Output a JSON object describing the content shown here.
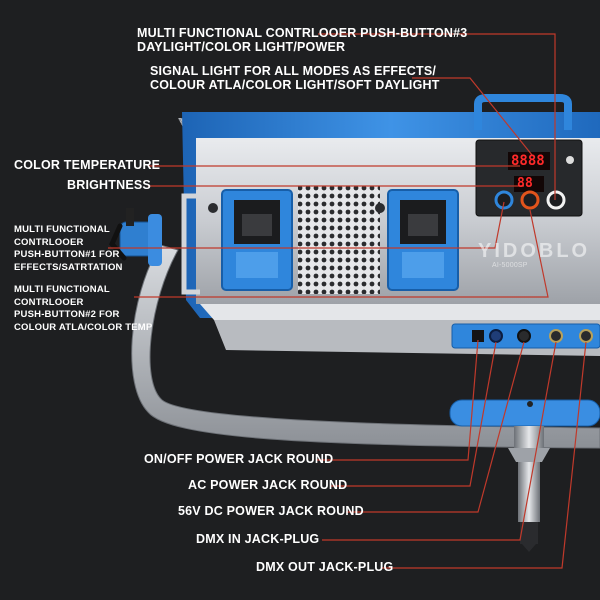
{
  "labels": {
    "push_button_3": [
      "MULTI FUNCTIONAL CONTRLOOER PUSH-BUTTON#3",
      "DAYLIGHT/COLOR LIGHT/POWER"
    ],
    "signal_light": [
      "SIGNAL LIGHT FOR ALL MODES AS EFFECTS/",
      "COLOUR ATLA/COLOR LIGHT/SOFT DAYLIGHT"
    ],
    "color_temperature": "COLOR TEMPERATURE",
    "brightness": "BRIGHTNESS",
    "push_button_1": [
      "MULTI FUNCTIONAL",
      "CONTRLOOER",
      "PUSH-BUTTON#1 FOR",
      "EFFECTS/SATRTATION"
    ],
    "push_button_2": [
      "MULTI FUNCTIONAL",
      "CONTRLOOER",
      "PUSH-BUTTON#2 FOR",
      "COLOUR ATLA/COLOR TEMP"
    ],
    "on_off_jack": "ON/OFF POWER JACK ROUND",
    "ac_jack": "AC POWER JACK ROUND",
    "dc_jack": "56V DC POWER JACK ROUND",
    "dmx_in": "DMX IN JACK-PLUG",
    "dmx_out": "DMX OUT JACK-PLUG"
  },
  "device": {
    "brand": "YIDOBLO",
    "model": "AI-5000SP",
    "display_top": "8888",
    "display_bottom": "88"
  },
  "colors": {
    "background": "#1e1f21",
    "frame_blue": "#2f7fd0",
    "leader_red": "#c0392b",
    "display_red": "#ff2a2a"
  }
}
